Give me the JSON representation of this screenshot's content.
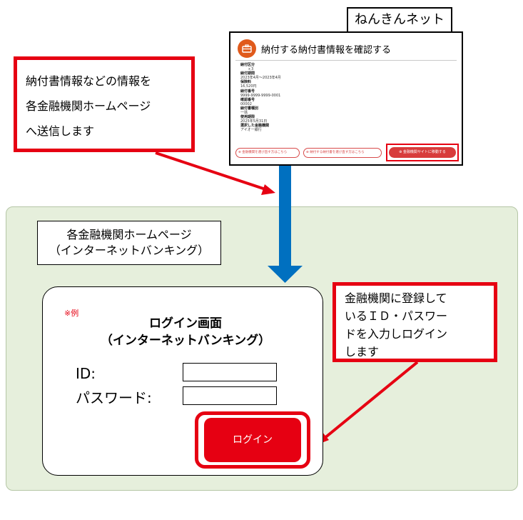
{
  "nenkin": {
    "label": "ねんきんネット",
    "screen_title": "納付する納付書情報を確認する",
    "details": [
      {
        "text": "納付区分",
        "bold": true
      },
      {
        "text": "　　ｘ3",
        "bold": false
      },
      {
        "text": "納付期間",
        "bold": true
      },
      {
        "text": "2023年4月〜2023年4月",
        "bold": false
      },
      {
        "text": "保険料",
        "bold": true
      },
      {
        "text": "16,520円",
        "bold": false
      },
      {
        "text": "納付番号",
        "bold": true
      },
      {
        "text": "9999-9999-9999-0001",
        "bold": false
      },
      {
        "text": "確認番号",
        "bold": true
      },
      {
        "text": "00002",
        "bold": false
      },
      {
        "text": "納付書種別",
        "bold": true
      },
      {
        "text": "一括",
        "bold": false
      },
      {
        "text": "使用期限",
        "bold": true
      },
      {
        "text": "2025年5月31日",
        "bold": false
      },
      {
        "text": "選択した金融機関",
        "bold": true
      },
      {
        "text": "アイオー銀行",
        "bold": false
      }
    ],
    "button1": "金融機関を選び直す方はこちら",
    "button2": "納付する納付書を選び直す方はこちら",
    "button3": "金融機関サイトに移動する"
  },
  "callout_send": {
    "lines": [
      "納付書情報などの情報を",
      "各金融機関ホームページ",
      "へ送信します"
    ]
  },
  "bank_label": {
    "lines": [
      "各金融機関ホームページ",
      "（インターネットバンキング）"
    ]
  },
  "login": {
    "example_note": "※例",
    "title_lines": [
      "ログイン画面",
      "（インターネットバンキング）"
    ],
    "id_label": "ID:",
    "password_label": "パスワード:",
    "button": "ログイン"
  },
  "callout_login": {
    "lines": [
      "金融機関に登録して",
      "いるＩＤ・パスワー",
      "ドを入力しログイン",
      "します"
    ]
  },
  "colors": {
    "accent_red": "#e60012",
    "arrow_blue": "#0070c0",
    "area_green": "#e6efdc",
    "icon_orange": "#e05a1b"
  }
}
